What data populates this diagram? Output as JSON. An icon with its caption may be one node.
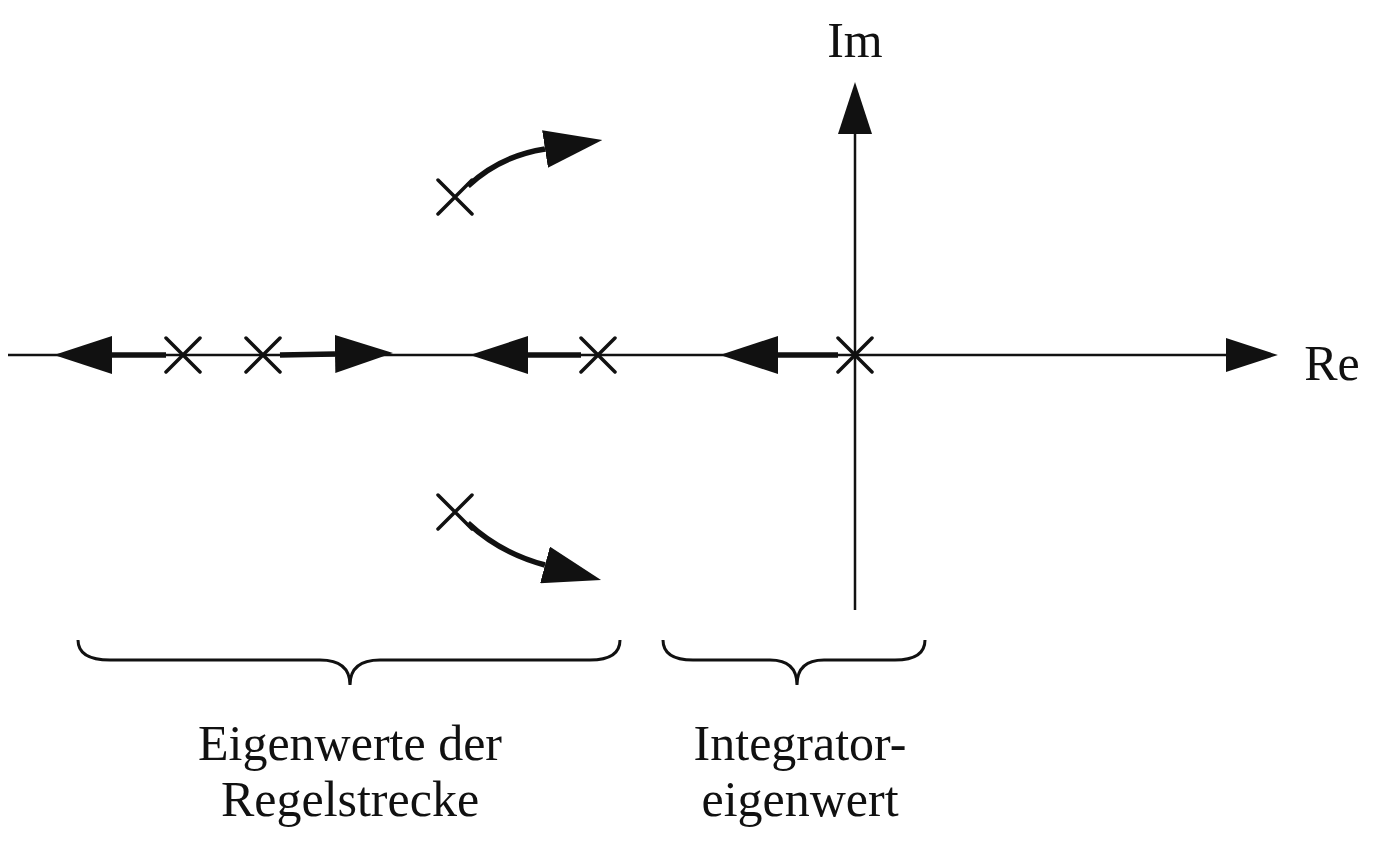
{
  "diagram": {
    "nodes": [
      {
        "text": [],
        "shape": "cross"
      },
      {
        "text": [],
        "shape": "cross"
      },
      {
        "text": [],
        "shape": "cross"
      },
      {
        "text": [],
        "shape": "cross"
      },
      {
        "text": [],
        "shape": "cross"
      },
      {
        "text": [],
        "shape": "cross"
      }
    ],
    "edges": [
      {
        "from": 0,
        "to": null,
        "arrow": "to"
      },
      {
        "from": 1,
        "to": null,
        "arrow": "to"
      },
      {
        "from": 2,
        "to": null,
        "arrow": "to"
      },
      {
        "from": 3,
        "to": null,
        "arrow": "to"
      },
      {
        "from": 4,
        "to": null,
        "arrow": "to"
      },
      {
        "from": 5,
        "to": null,
        "arrow": "to"
      }
    ],
    "labels": [
      "Im",
      "Re",
      "Eigenwerte der Regelstrecke",
      "Integrator- eigenwert"
    ]
  }
}
